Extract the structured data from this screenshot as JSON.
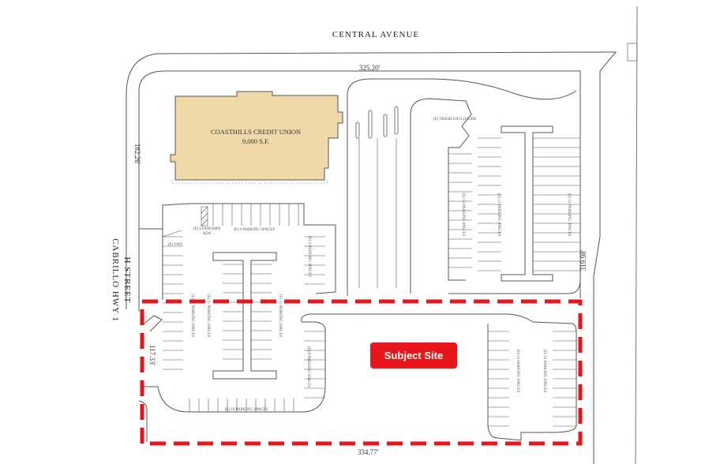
{
  "streets": {
    "north": "CENTRAL AVENUE",
    "west_line1": "H STREET",
    "west_line2": "CABRILLO HWY 1"
  },
  "dimensions": {
    "top": "325.20'",
    "left": "182.26'",
    "right": "319.98'",
    "bottom": "334.77'",
    "subject_left": "117.33'"
  },
  "building": {
    "name": "COASTHILLS CREDIT UNION",
    "area": "9,000 S.F.",
    "color": "#f0d9a8"
  },
  "subject_site": {
    "label": "Subject Site",
    "color": "#e8161b"
  },
  "parking_labels": {
    "north_row": "(E) 9 PARKING SPACES",
    "standard": "(E) STANDARD",
    "ada": "ADA",
    "van": "(E) VAN",
    "left_col": "(E) 11 PARKING SPACES",
    "island_left": "(E) 11 PARKING SPACES",
    "island_right": "(E) 11 PARKING SPACES",
    "west_row": "(E) 5 PARKING SPACES",
    "right_block": "(E) 8 PARKING SPACES",
    "bottom_row": "(E) 10 PARKING SPACES",
    "trash": "(E) TRASH ENCLOSURE",
    "east_a": "(E) 13 PARKING SPACES",
    "east_b": "(E) 13 PARKING SPACES",
    "east_c": "(E) 13 PARKING SPACES",
    "se_left": "(E) 10 PARKING SPACES",
    "se_right": "(E) 10 PARKING SPACES"
  }
}
